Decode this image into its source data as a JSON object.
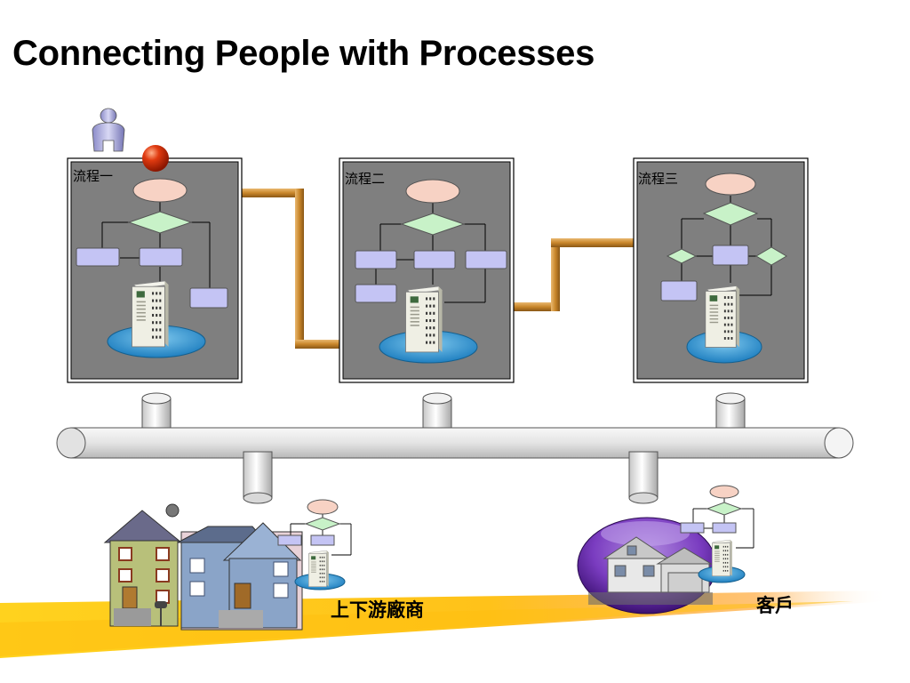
{
  "title": "Connecting People with Processes",
  "processes": [
    {
      "label": "流程一"
    },
    {
      "label": "流程二"
    },
    {
      "label": "流程三"
    }
  ],
  "suppliers_label": "上下游廠商",
  "customer_label": "客戶",
  "colors": {
    "panel_fill": "#7f7f7f",
    "ellipse_fill": "#f7d2c4",
    "diamond_fill": "#c8f2c8",
    "box_fill": "#c4c4f4",
    "pipe_orange": "#c8862a",
    "bus_fill": "#e6e6e6",
    "banner_yellow": "#ffd21e"
  }
}
